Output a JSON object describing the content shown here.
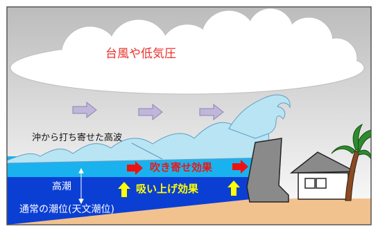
{
  "labels": {
    "typhoon": "台風や低気圧",
    "waves": "沖から打ち寄せた高波",
    "wind_setup": "吹き寄せ効果",
    "suction": "吸い上げ効果",
    "storm_surge": "高潮",
    "normal_tide": "通常の潮位(天文潮位)"
  },
  "colors": {
    "sky_top": "#bcbcbc",
    "sea_deep": "#0b3fd4",
    "sea_surge": "#1ab2ee",
    "wave": "#b8e4f4",
    "ground": "#f2c28e",
    "seawall": "#8a8a8a",
    "text_red": "#e8322d",
    "arrow_red": "#ee1111",
    "arrow_yellow": "#ffff00",
    "wind_arrow": "#bfb6da"
  },
  "icons": [
    "cloud-icon",
    "wind-arrow-icon",
    "house-icon",
    "tree-icon",
    "seawall-icon"
  ]
}
